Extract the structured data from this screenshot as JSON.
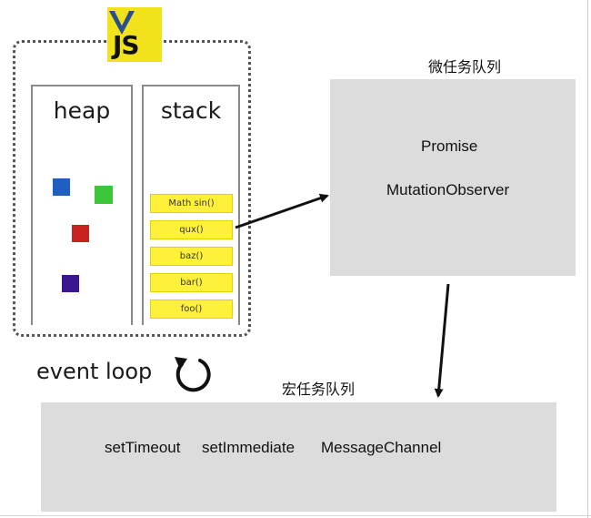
{
  "engine": {
    "logo_text": "JS",
    "heap_title": "heap",
    "stack_title": "stack",
    "stack_frames": [
      "Math sin()",
      "qux()",
      "baz()",
      "bar()",
      "foo()"
    ],
    "heap_objects": [
      {
        "color": "#1f5fbf"
      },
      {
        "color": "#3ec63a"
      },
      {
        "color": "#c8231f"
      },
      {
        "color": "#3a178f"
      }
    ]
  },
  "event_loop": {
    "label": "event loop",
    "icon": "circular-arrow-icon"
  },
  "microtask_queue": {
    "title": "微任务队列",
    "items": [
      "Promise",
      "MutationObserver"
    ]
  },
  "macrotask_queue": {
    "title": "宏任务队列",
    "items": [
      "setTimeout",
      "setImmediate",
      "MessageChannel"
    ]
  },
  "colors": {
    "queue_bg": "#dcdcdc",
    "stack_frame": "#fff13a",
    "logo_bg": "#f2e21b"
  }
}
